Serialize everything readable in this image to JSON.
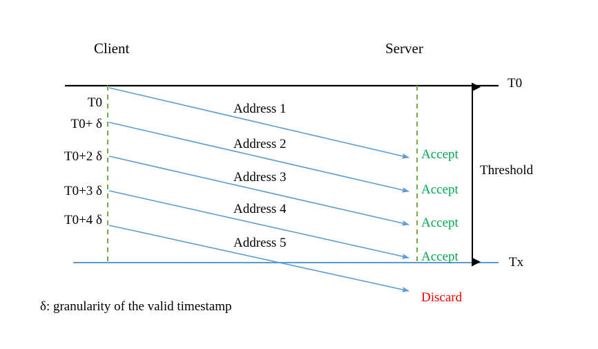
{
  "figure": {
    "title": "Client-server timestamp validity threshold sequence diagram",
    "headers": {
      "client": "Client",
      "server": "Server"
    },
    "client_time_labels": [
      "T0",
      "T0+ δ",
      "T0+2 δ",
      "T0+3 δ",
      "T0+4 δ"
    ],
    "messages": [
      "Address 1",
      "Address 2",
      "Address 3",
      "Address 4",
      "Address 5"
    ],
    "server_outcomes": [
      "Accept",
      "Accept",
      "Accept",
      "Accept",
      "Discard"
    ],
    "edge_labels": {
      "top": "T0",
      "bottom": "Tx",
      "threshold": "Threshold"
    },
    "caption": "δ: granularity of the valid timestamp",
    "colors": {
      "arrow_blue": "#5B9BD5",
      "lifeline_green": "#70AD47",
      "accept_green": "#00A650",
      "discard_red": "#FF0000",
      "axis_black": "#000000",
      "tx_line_blue": "#5B9BD5"
    }
  }
}
